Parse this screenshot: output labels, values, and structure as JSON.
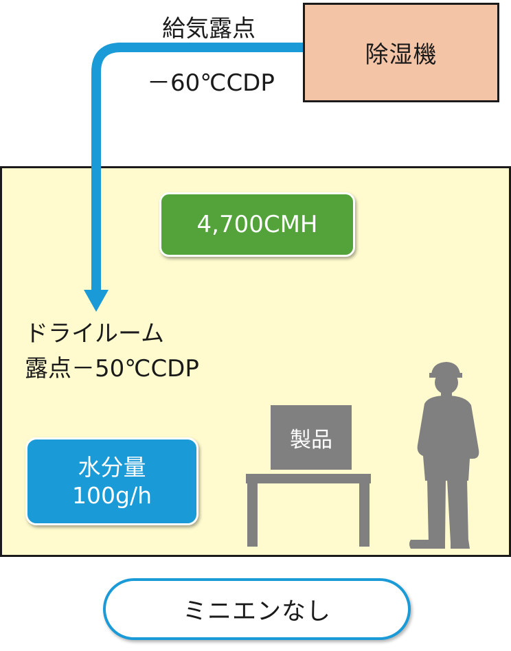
{
  "dehumidifier": {
    "label": "除湿機"
  },
  "supply_air": {
    "label": "給気露点",
    "dew_point": "－60℃CDP"
  },
  "dry_room": {
    "name": "ドライルーム",
    "dew_point": "露点－50℃CDP",
    "airflow": "4,700CMH",
    "moisture_label": "水分量",
    "moisture_value": "100g/h",
    "product_label": "製品"
  },
  "mini_environment": {
    "label": "ミニエンなし"
  },
  "colors": {
    "pipe": "#1a9ad6",
    "dehumidifier_fill": "#f4c4a7",
    "room_fill": "#fffbcf",
    "airflow_badge": "#53a33a",
    "moisture_badge": "#1a9ad6",
    "equipment_gray": "#808080"
  },
  "icons": {
    "worker": "worker-silhouette-icon",
    "table": "table-icon",
    "arrow": "arrow-down-icon"
  }
}
